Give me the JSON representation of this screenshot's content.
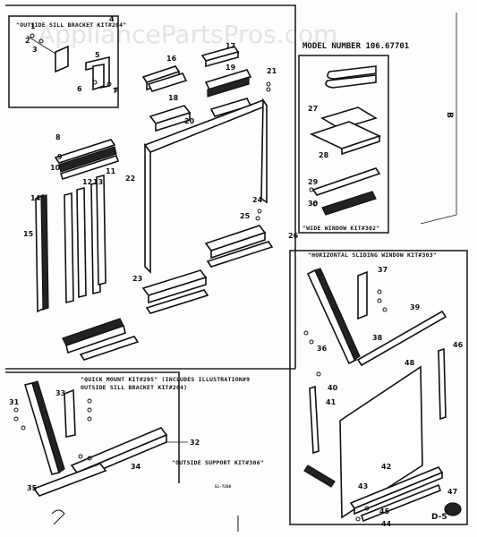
{
  "watermark": "AppliancePartsPros.com",
  "model_label": "MODEL NUMBER 106.67701",
  "sheet_label": "D-5",
  "side_mark": "B",
  "kits": {
    "bracket": "\"OUTSIDE SILL BRACKET KIT#204\"",
    "wide_window": "\"WIDE WINDOW KIT#302\"",
    "horizontal": "\"HORIZONTAL SLIDING WINDOW KIT#303\"",
    "quick_mount_1": "\"QUICK MOUNT KIT#205\" (INCLUDES ILLUSTRATION#9",
    "quick_mount_2": "OUTSIDE SILL BRACKET KIT#204)",
    "outside_support": "\"OUTSIDE SUPPORT KIT#306\"",
    "small_note": "SL-7200"
  },
  "callouts": {
    "n1": "1",
    "n2": "2",
    "n3": "3",
    "n4": "4",
    "n5": "5",
    "n6": "6",
    "n7": "7",
    "n8": "8",
    "n9": "9",
    "n10": "10",
    "n11": "11",
    "n12": "12",
    "n13": "13",
    "n14": "14",
    "n15": "15",
    "n16": "16",
    "n17": "17",
    "n18": "18",
    "n19": "19",
    "n20": "20",
    "n21": "21",
    "n22": "22",
    "n23": "23",
    "n24": "24",
    "n25": "25",
    "n26": "26",
    "n27": "27",
    "n28": "28",
    "n29": "29",
    "n30": "30",
    "n31": "31",
    "n32": "32",
    "n33": "33",
    "n34": "34",
    "n35": "35",
    "n36": "36",
    "n37": "37",
    "n38": "38",
    "n39": "39",
    "n40": "40",
    "n41": "41",
    "n42": "42",
    "n43": "43",
    "n44": "44",
    "n45": "45",
    "n46": "46",
    "n47": "47",
    "n48": "48"
  }
}
